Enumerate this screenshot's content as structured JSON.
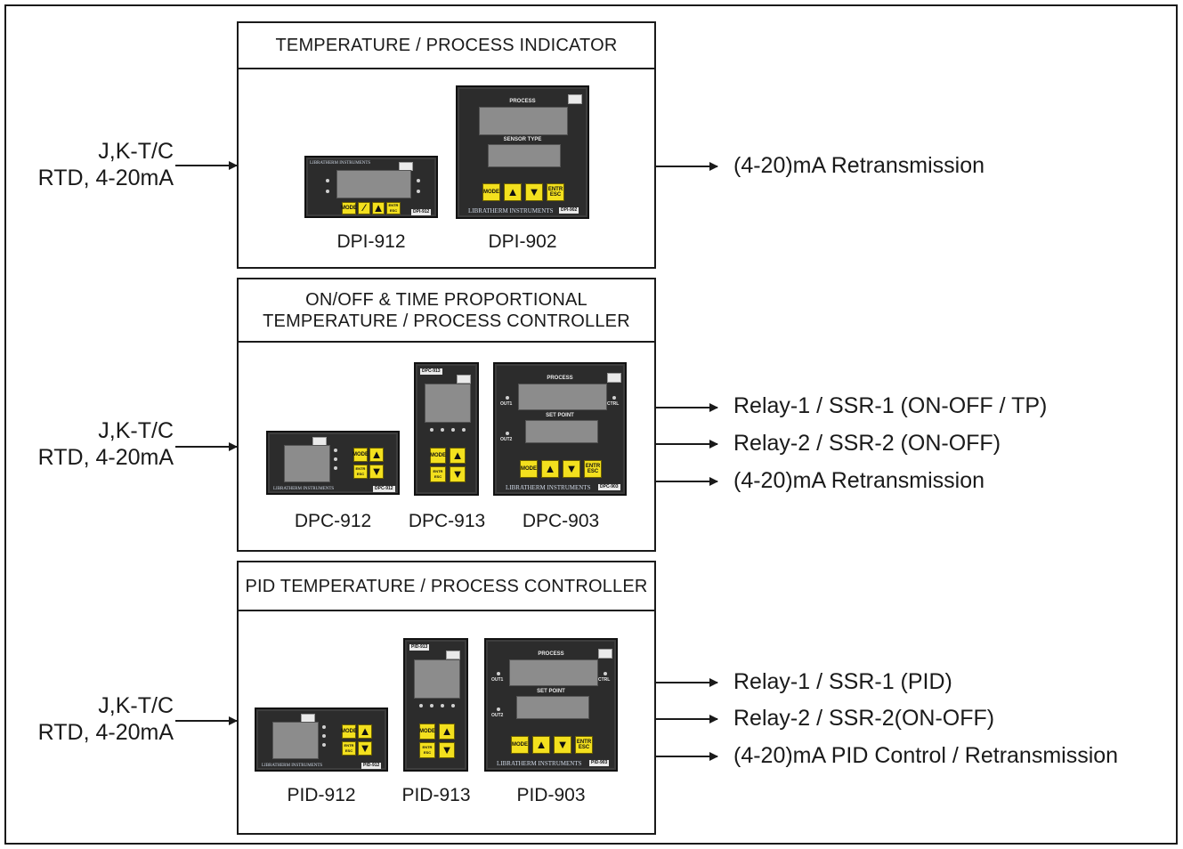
{
  "groups": [
    {
      "title": "TEMPERATURE / PROCESS INDICATOR",
      "input": "J,K-T/C\nRTD, 4-20mA",
      "outputs": [
        "(4-20)mA Retransmission"
      ],
      "models": [
        "DPI-912",
        "DPI-902"
      ]
    },
    {
      "title": "ON/OFF & TIME PROPORTIONAL\nTEMPERATURE / PROCESS CONTROLLER",
      "input": "J,K-T/C\nRTD, 4-20mA",
      "outputs": [
        "Relay-1 / SSR-1 (ON-OFF / TP)",
        "Relay-2 / SSR-2 (ON-OFF)",
        "(4-20)mA Retransmission"
      ],
      "models": [
        "DPC-912",
        "DPC-913",
        "DPC-903"
      ]
    },
    {
      "title": "PID TEMPERATURE / PROCESS CONTROLLER",
      "input": "J,K-T/C\nRTD, 4-20mA",
      "outputs": [
        "Relay-1 / SSR-1 (PID)",
        "Relay-2 / SSR-2(ON-OFF)",
        "(4-20)mA PID Control / Retransmission"
      ],
      "models": [
        "PID-912",
        "PID-913",
        "PID-903"
      ]
    }
  ],
  "panel": {
    "process": "PROCESS",
    "sensor_type": "SENSOR TYPE",
    "set_point": "SET POINT",
    "key_mode": "MODE",
    "key_up": "▲",
    "key_down": "▼",
    "key_entr": "ENTR ESC",
    "key_shift": "⁄",
    "out1": "OUT1",
    "out2": "OUT2",
    "ctrl": "CTRL",
    "brand": "LIBRATHERM INSTRUMENTS"
  },
  "colors": {
    "line": "#1a1a1a",
    "faceplate": "#2c2c2c",
    "display": "#8c8c8c",
    "key": "#f3e01e"
  }
}
